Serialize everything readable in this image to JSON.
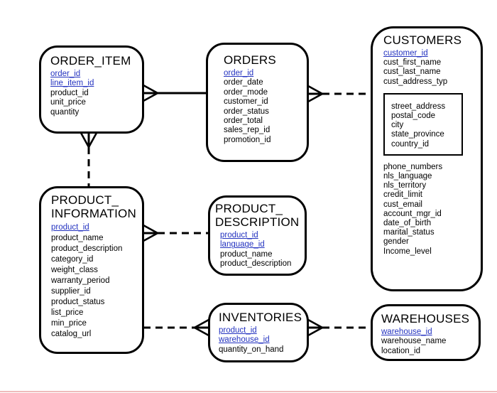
{
  "page": {
    "background": "#ffffff",
    "bottom_rule_color": "#eebcbc"
  },
  "diagram": {
    "key_color": "#2433c0",
    "line_color": "#000000",
    "entities": [
      {
        "title": "ORDER_ITEM",
        "fields": [
          {
            "name": "order_id",
            "key": true
          },
          {
            "name": "line_item_id",
            "key": true
          },
          {
            "name": "product_id",
            "key": false
          },
          {
            "name": "unit_price",
            "key": false
          },
          {
            "name": "quantity",
            "key": false
          }
        ]
      },
      {
        "title": "ORDERS",
        "fields": [
          {
            "name": "order_id",
            "key": true
          },
          {
            "name": "order_date",
            "key": false
          },
          {
            "name": "order_mode",
            "key": false
          },
          {
            "name": "customer_id",
            "key": false
          },
          {
            "name": "order_status",
            "key": false
          },
          {
            "name": "order_total",
            "key": false
          },
          {
            "name": "sales_rep_id",
            "key": false
          },
          {
            "name": "promotion_id",
            "key": false
          }
        ]
      },
      {
        "title": "CUSTOMERS",
        "fields_top": [
          {
            "name": "customer_id",
            "key": true
          },
          {
            "name": "cust_first_name",
            "key": false
          },
          {
            "name": "cust_last_name",
            "key": false
          },
          {
            "name": "cust_address_typ",
            "key": false
          }
        ],
        "fields_boxed": [
          {
            "name": "street_address",
            "key": false
          },
          {
            "name": "postal_code",
            "key": false
          },
          {
            "name": "city",
            "key": false
          },
          {
            "name": "state_province",
            "key": false
          },
          {
            "name": "country_id",
            "key": false
          }
        ],
        "fields_bottom": [
          {
            "name": "phone_numbers",
            "key": false
          },
          {
            "name": "nls_language",
            "key": false
          },
          {
            "name": "nls_territory",
            "key": false
          },
          {
            "name": "credit_limit",
            "key": false
          },
          {
            "name": "cust_email",
            "key": false
          },
          {
            "name": "account_mgr_id",
            "key": false
          },
          {
            "name": "date_of_birth",
            "key": false
          },
          {
            "name": "marital_status",
            "key": false
          },
          {
            "name": "gender",
            "key": false
          },
          {
            "name": "Income_level",
            "key": false
          }
        ]
      },
      {
        "title": "PRODUCT_\nINFORMATION",
        "fields": [
          {
            "name": "product_id",
            "key": true
          },
          {
            "name": "product_name",
            "key": false
          },
          {
            "name": "product_description",
            "key": false
          },
          {
            "name": "category_id",
            "key": false
          },
          {
            "name": "weight_class",
            "key": false
          },
          {
            "name": "warranty_period",
            "key": false
          },
          {
            "name": "supplier_id",
            "key": false
          },
          {
            "name": "product_status",
            "key": false
          },
          {
            "name": "list_price",
            "key": false
          },
          {
            "name": "min_price",
            "key": false
          },
          {
            "name": "catalog_url",
            "key": false
          }
        ]
      },
      {
        "title": "PRODUCT_\nDESCRIPTION",
        "fields": [
          {
            "name": "product_id",
            "key": true
          },
          {
            "name": "language_id",
            "key": true
          },
          {
            "name": "product_name",
            "key": false
          },
          {
            "name": "product_description",
            "key": false
          }
        ]
      },
      {
        "title": "INVENTORIES",
        "fields": [
          {
            "name": "product_id",
            "key": true
          },
          {
            "name": "warehouse_id",
            "key": true
          },
          {
            "name": "quantity_on_hand",
            "key": false
          }
        ]
      },
      {
        "title": "WAREHOUSES",
        "fields": [
          {
            "name": "warehouse_id",
            "key": true
          },
          {
            "name": "warehouse_name",
            "key": false
          },
          {
            "name": "location_id",
            "key": false
          }
        ]
      }
    ],
    "relationships": [
      {
        "from": "ORDER_ITEM",
        "to": "ORDERS",
        "line": "solid",
        "crow_foot_at": "ORDER_ITEM"
      },
      {
        "from": "ORDERS",
        "to": "CUSTOMERS",
        "line": "dashed",
        "crow_foot_at": "ORDERS"
      },
      {
        "from": "ORDER_ITEM",
        "to": "PRODUCT_INFORMATION",
        "line": "dashed",
        "crow_foot_at": "ORDER_ITEM"
      },
      {
        "from": "PRODUCT_INFORMATION",
        "to": "PRODUCT_DESCRIPTION",
        "line": "dashed",
        "crow_foot_at": "PRODUCT_INFORMATION"
      },
      {
        "from": "PRODUCT_INFORMATION",
        "to": "INVENTORIES",
        "line": "dashed",
        "crow_foot_at": "INVENTORIES"
      },
      {
        "from": "INVENTORIES",
        "to": "WAREHOUSES",
        "line": "dashed",
        "crow_foot_at": "INVENTORIES"
      }
    ]
  }
}
